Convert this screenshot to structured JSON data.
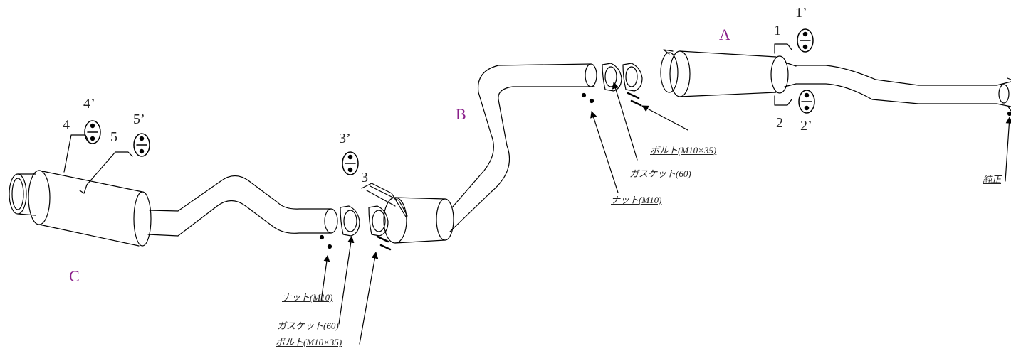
{
  "sections": {
    "a": "A",
    "b": "B",
    "c": "C"
  },
  "hangers": {
    "h1": "1",
    "h1p": "1’",
    "h2": "2",
    "h2p": "2’",
    "h3": "3",
    "h3p": "3’",
    "h4": "4",
    "h4p": "4’",
    "h5": "5",
    "h5p": "5’"
  },
  "parts_right": {
    "bolt": "ボルト(M10×35)",
    "gasket": "ガスケット(60)",
    "nut": "ナット(M10)",
    "oem": "純正"
  },
  "parts_left": {
    "nut": "ナット(M10)",
    "gasket": "ガスケット(60)",
    "bolt": "ボルト(M10×35)"
  }
}
